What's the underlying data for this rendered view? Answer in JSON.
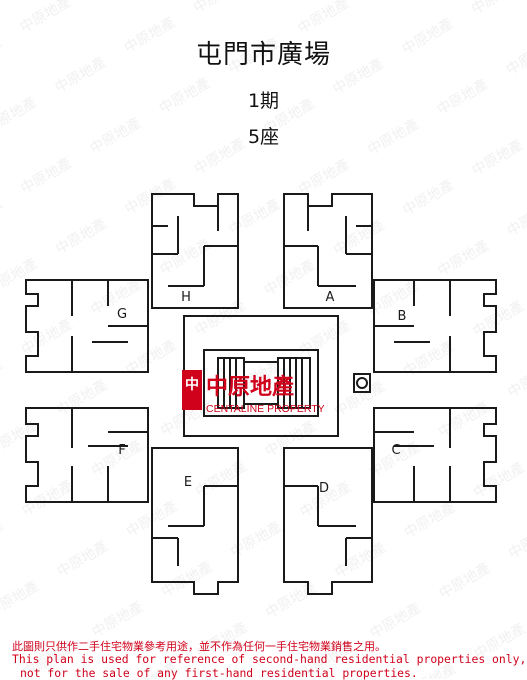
{
  "header": {
    "estate": "屯門市廣場",
    "phase": "1期",
    "block": "5座"
  },
  "flats": {
    "a": "A",
    "b": "B",
    "c": "C",
    "d": "D",
    "e": "E",
    "f": "F",
    "g": "G",
    "h": "H"
  },
  "brand": {
    "name_cn": "中原地產",
    "name_en": "CENTALINE PROPERTY",
    "logo_char": "中"
  },
  "disclaimer": {
    "cn": "此圖則只供作二手住宅物業參考用途，並不作為任何一手住宅物業銷售之用。",
    "en_line1": "This plan is used for reference of second-hand residential properties only,",
    "en_line2": "not for the sale of any first-hand residential properties."
  },
  "colors": {
    "brand_red": "#d0021b",
    "plan_line": "#1a1a1a"
  }
}
